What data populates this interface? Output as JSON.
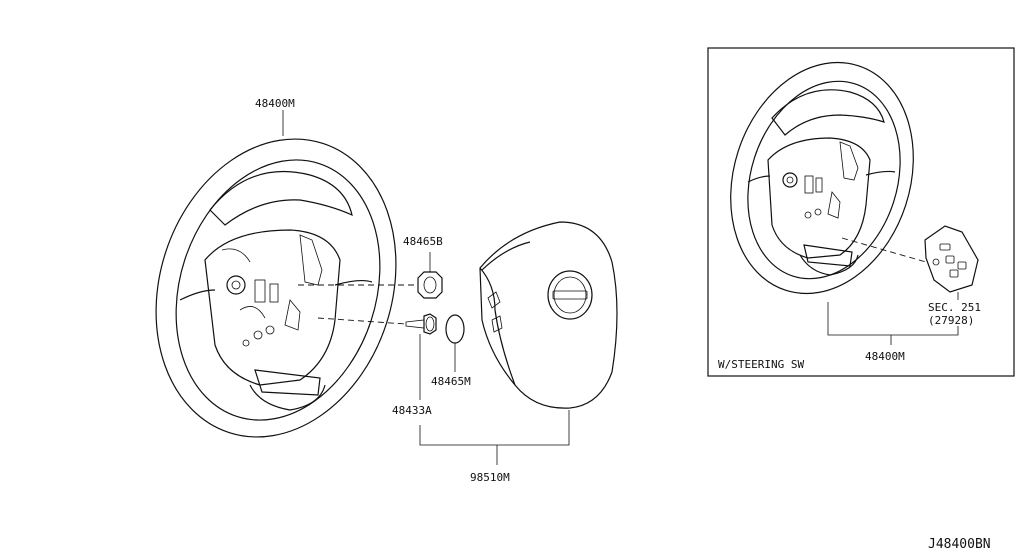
{
  "labels": {
    "wheel_main": "48400M",
    "nut": "48465B",
    "cap": "48465M",
    "bolt": "48433A",
    "airbag": "98510M",
    "wheel_inset": "48400M",
    "section": "SEC. 251",
    "section_part": "(27928)",
    "inset_caption": "W/STEERING SW",
    "diagram_id": "J48400BN"
  }
}
